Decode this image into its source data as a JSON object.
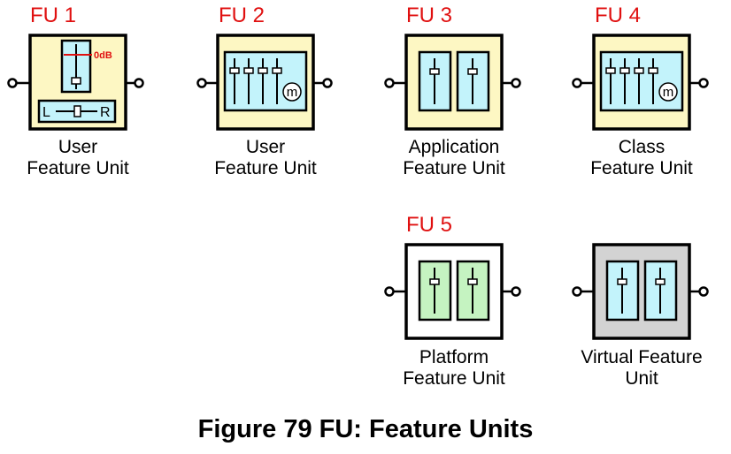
{
  "figure_title": "Figure 79 FU: Feature Units",
  "colors": {
    "fu_label": "#e01010",
    "box_border": "#000000",
    "yellow_fill": "#fdf7c3",
    "white_fill": "#ffffff",
    "gray_fill": "#d3d3d3",
    "cyan_fill": "#c3f3fb",
    "green_fill": "#c5f3c1",
    "zero_db_marker": "#e01010"
  },
  "units": [
    {
      "id": "fu1",
      "fu_label": "FU 1",
      "caption_line1": "User",
      "caption_line2": "Feature Unit",
      "style": "user-detail",
      "zero_db_label": "0dB",
      "balance_left": "L",
      "balance_right": "R"
    },
    {
      "id": "fu2",
      "fu_label": "FU 2",
      "caption_line1": "User",
      "caption_line2": "Feature Unit",
      "style": "multi-fader",
      "master_label": "m"
    },
    {
      "id": "fu3",
      "fu_label": "FU 3",
      "caption_line1": "Application",
      "caption_line2": "Feature Unit",
      "style": "two-fader"
    },
    {
      "id": "fu4",
      "fu_label": "FU 4",
      "caption_line1": "Class",
      "caption_line2": "Feature Unit",
      "style": "multi-fader",
      "master_label": "m"
    },
    {
      "id": "fu5",
      "fu_label": "FU 5",
      "caption_line1": "Platform",
      "caption_line2": "Feature Unit",
      "style": "two-fader-green"
    },
    {
      "id": "virtual",
      "fu_label": "",
      "caption_line1": "Virtual Feature",
      "caption_line2": "Unit",
      "style": "two-fader-gray"
    }
  ]
}
